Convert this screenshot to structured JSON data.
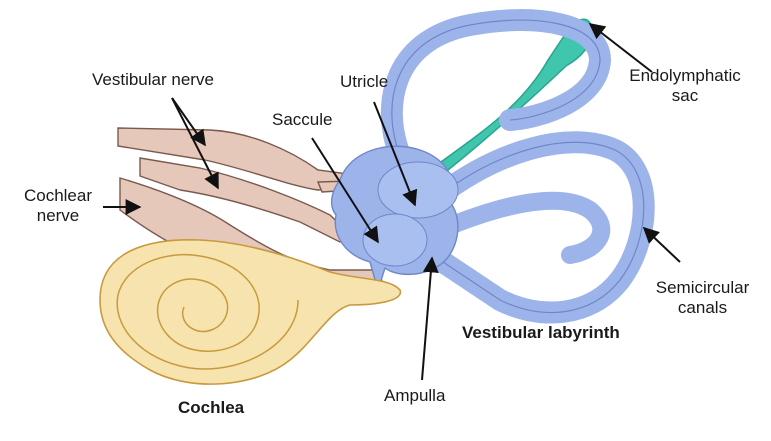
{
  "labels": {
    "vestibular_nerve": "Vestibular nerve",
    "utricle": "Utricle",
    "endolymphatic_line1": "Endolymphatic",
    "endolymphatic_line2": "sac",
    "saccule": "Saccule",
    "cochlear_nerve_line1": "Cochlear",
    "cochlear_nerve_line2": "nerve",
    "semicircular_line1": "Semicircular",
    "semicircular_line2": "canals",
    "vestibular_labyrinth": "Vestibular labyrinth",
    "ampulla": "Ampulla",
    "cochlea": "Cochlea"
  },
  "colors": {
    "labyrinth_fill": "#9db4ea",
    "labyrinth_stroke": "#6f86c9",
    "endolymphatic_fill": "#3fc6ad",
    "nerve_fill": "#e6c8bb",
    "nerve_stroke": "#7a5a4e",
    "cochlea_fill": "#f7e3ad",
    "cochlea_stroke": "#c79a3e",
    "arrow": "#111111"
  }
}
